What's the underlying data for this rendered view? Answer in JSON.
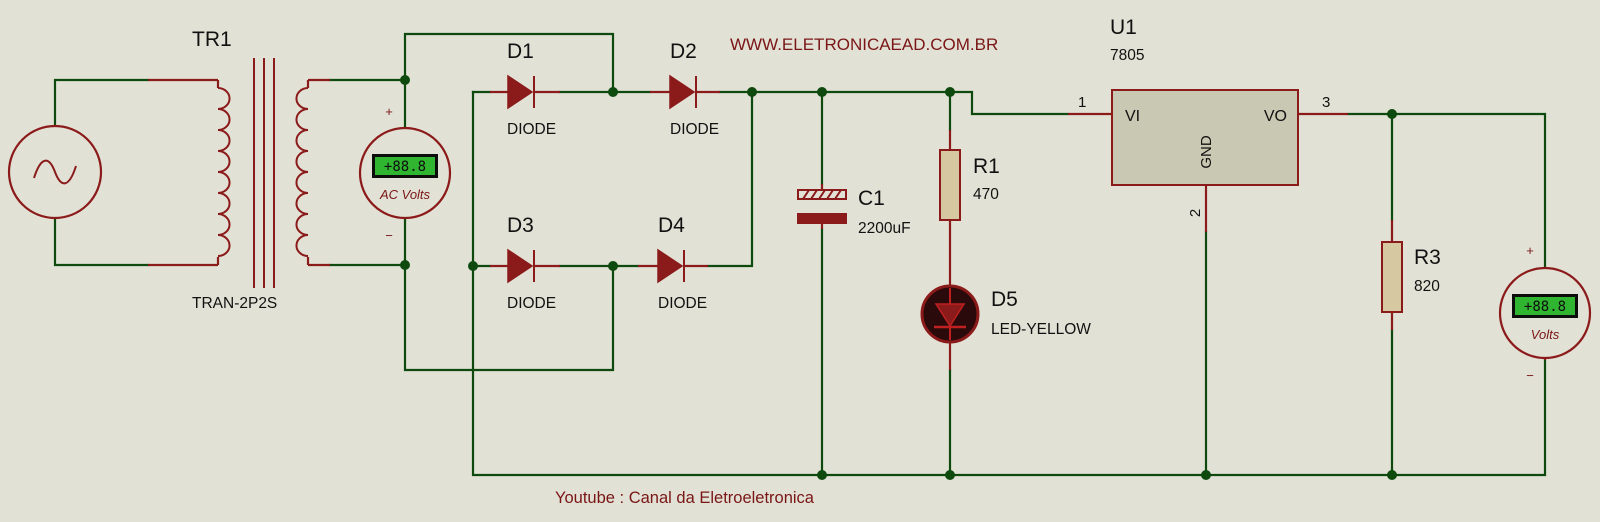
{
  "website": "WWW.ELETRONICAEAD.COM.BR",
  "footer": "Youtube : Canal da Eletroeletronica",
  "colors": {
    "background": "#e2e1d5",
    "wire": "#0e4a0e",
    "component": "#8b1a1a",
    "ic_fill": "#c9c8b2",
    "lcd": "#2fb52f"
  },
  "components": {
    "tr1": {
      "ref": "TR1",
      "value": "TRAN-2P2S"
    },
    "d1": {
      "ref": "D1",
      "value": "DIODE"
    },
    "d2": {
      "ref": "D2",
      "value": "DIODE"
    },
    "d3": {
      "ref": "D3",
      "value": "DIODE"
    },
    "d4": {
      "ref": "D4",
      "value": "DIODE"
    },
    "c1": {
      "ref": "C1",
      "value": "2200uF"
    },
    "r1": {
      "ref": "R1",
      "value": "470"
    },
    "d5": {
      "ref": "D5",
      "value": "LED-YELLOW"
    },
    "u1": {
      "ref": "U1",
      "value": "7805",
      "pin_vi": "VI",
      "pin_vo": "VO",
      "pin_gnd": "GND",
      "pin1": "1",
      "pin2": "2",
      "pin3": "3"
    },
    "r3": {
      "ref": "R3",
      "value": "820"
    }
  },
  "meters": {
    "ac": {
      "display": "+88.8",
      "label": "AC Volts",
      "plus": "+",
      "minus": "−"
    },
    "dc": {
      "display": "+88.8",
      "label": "Volts",
      "plus": "+",
      "minus": "−"
    }
  }
}
